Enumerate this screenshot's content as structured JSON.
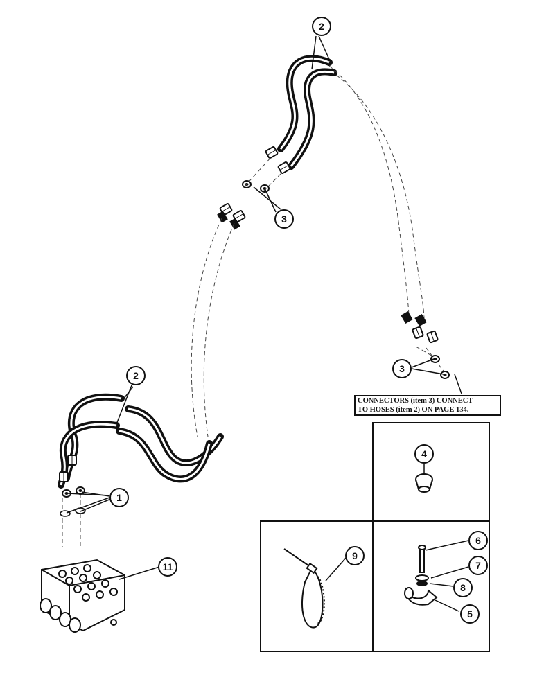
{
  "callouts": {
    "c1": "1",
    "c2_top": "2",
    "c2_left": "2",
    "c3_top": "3",
    "c3_right": "3",
    "c4": "4",
    "c5": "5",
    "c6": "6",
    "c7": "7",
    "c8": "8",
    "c9": "9",
    "c11": "11"
  },
  "note": {
    "line1": "CONNECTORS (item 3) CONNECT",
    "line2": "TO HOSES (item 2) ON PAGE 134."
  }
}
